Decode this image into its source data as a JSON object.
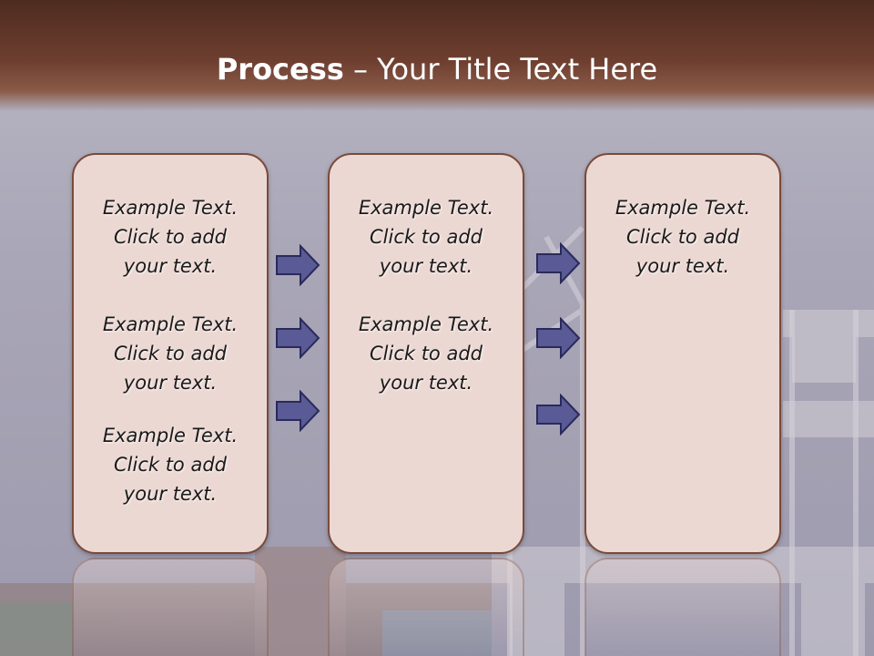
{
  "slide": {
    "title_bold": "Process",
    "title_rest": " – Your Title Text Here"
  },
  "columns": [
    {
      "paragraphs": [
        [
          "Example Text.",
          "Click  to add",
          "your text."
        ],
        [
          "Example Text.",
          "Click  to add",
          "your text."
        ],
        [
          "Example Text.",
          "Click  to add",
          "your text."
        ]
      ]
    },
    {
      "paragraphs": [
        [
          "Example Text.",
          "Click  to add",
          "your text."
        ],
        [
          "Example Text.",
          "Click  to add",
          "your text."
        ]
      ]
    },
    {
      "paragraphs": [
        [
          "Example Text.",
          "Click  to add",
          "your text."
        ]
      ]
    }
  ],
  "icons": {
    "arrow": "right-arrow-icon"
  },
  "colors": {
    "header": "#6e3f30",
    "box_fill": "#ecd8d3",
    "box_border": "#7a4a3a",
    "arrow_fill": "#5a5a96",
    "arrow_border": "#2a2a5a"
  }
}
